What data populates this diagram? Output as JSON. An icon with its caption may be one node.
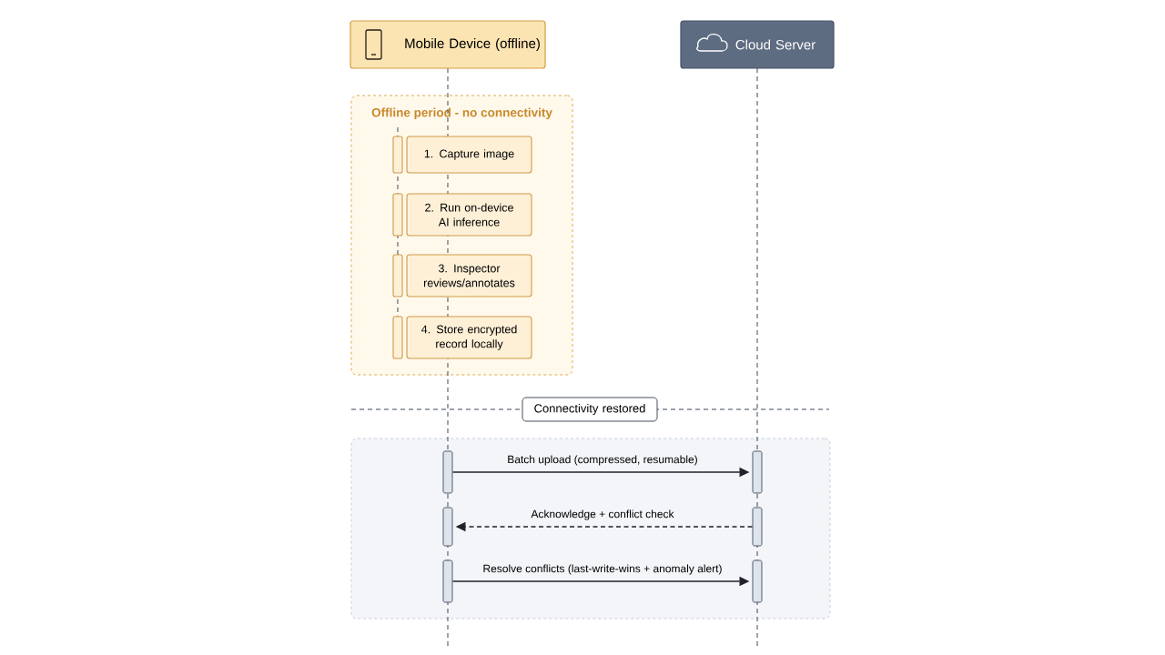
{
  "diagram": {
    "nodes": [
      {
        "text": [
          "Mobile Device (offline)"
        ]
      },
      {
        "text": [
          "Cloud Server"
        ]
      },
      {
        "text": [
          "Offline period - no connectivity"
        ]
      },
      {
        "text": [
          "1. Capture image"
        ],
        "in": 2
      },
      {
        "text": [
          "2. Run on-device AI inference"
        ],
        "in": 2
      },
      {
        "text": [
          "3. Inspector reviews/annotates"
        ],
        "in": 2
      },
      {
        "text": [
          "4. Store encrypted record locally"
        ],
        "in": 2
      },
      {
        "text": [
          "Connectivity restored"
        ]
      },
      {
        "text": [],
        "shape": "box"
      },
      {
        "text": [],
        "shape": "bar",
        "in": 8
      },
      {
        "text": [],
        "shape": "bar",
        "in": 8
      },
      {
        "text": [],
        "shape": "bar",
        "in": 8
      },
      {
        "text": [],
        "shape": "bar",
        "in": 8
      },
      {
        "text": [],
        "shape": "bar",
        "in": 8
      },
      {
        "text": [],
        "shape": "bar",
        "in": 8
      }
    ],
    "edges": [
      {
        "from": 9,
        "to": 10,
        "arrow": "to",
        "label": "Batch upload (compressed, resumable)"
      },
      {
        "from": 12,
        "to": 11,
        "arrow": "to",
        "label": "Acknowledge + conflict check",
        "style": "dashed"
      },
      {
        "from": 13,
        "to": 14,
        "arrow": "to",
        "label": "Resolve conflicts (last-write-wins + anomaly alert)"
      }
    ]
  }
}
